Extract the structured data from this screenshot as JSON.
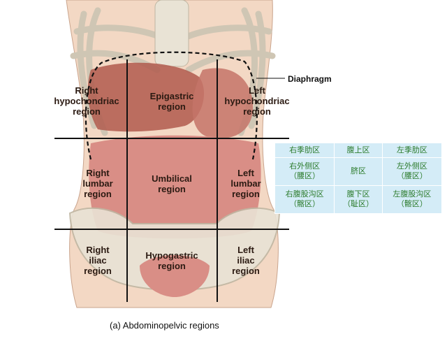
{
  "diaphragm_label": "Diaphragm",
  "caption": "(a) Abdominopelvic regions",
  "regions": {
    "right_hypochondriac": "Right\nhypochondriac\nregion",
    "epigastric": "Epigastric\nregion",
    "left_hypochondriac": "Left\nhypochondriac\nregion",
    "right_lumbar": "Right\nlumbar\nregion",
    "umbilical": "Umbilical\nregion",
    "left_lumbar": "Left\nlumbar\nregion",
    "right_iliac": "Right\niliac\nregion",
    "hypogastric": "Hypogastric\nregion",
    "left_iliac": "Left\niliac\nregion"
  },
  "legend_table": {
    "rows": [
      [
        "右季肋区",
        "腹上区",
        "左季肋区"
      ],
      [
        "右外侧区\n（腰区）",
        "脐区",
        "左外侧区\n（腰区）"
      ],
      [
        "右腹股沟区\n（髂区）",
        "腹下区\n（耻区）",
        "左腹股沟区\n（髂区）"
      ]
    ]
  },
  "colors": {
    "skin": "#f3d8c4",
    "bone": "#e9e3d5",
    "organ_dark": "#b05a4e",
    "organ_light": "#d98e86",
    "table_bg": "#d4ecf7",
    "table_text": "#2a7a2a"
  }
}
